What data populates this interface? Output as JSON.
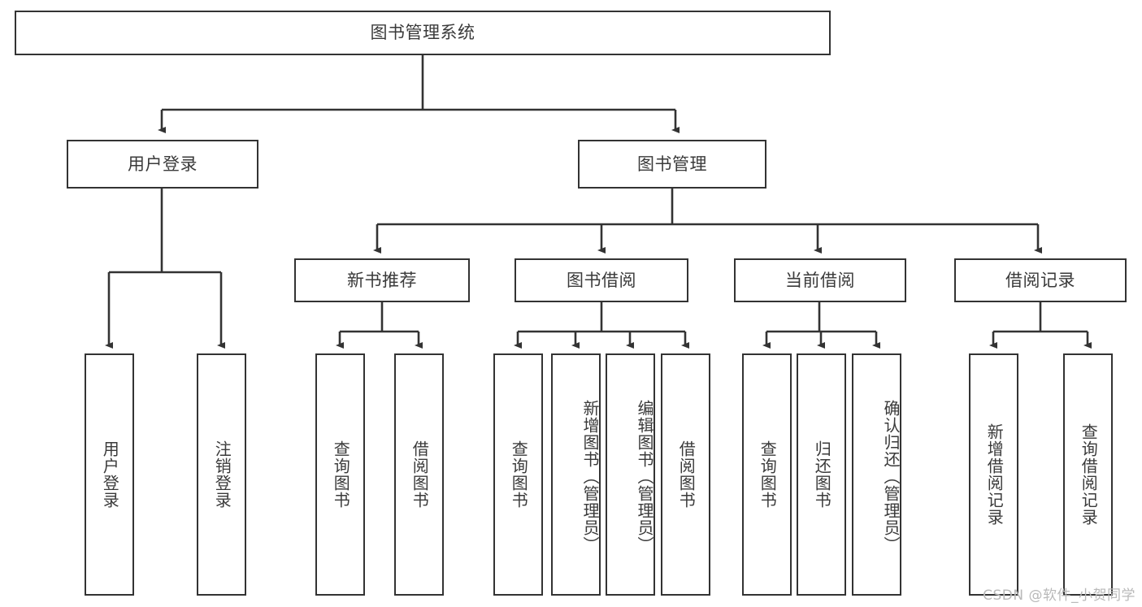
{
  "diagram": {
    "type": "hierarchy-tree",
    "title": "图书管理系统",
    "watermark": "CSDN @软件_小贺同学",
    "colors": {
      "border": "#333333",
      "text": "#3a3a3a",
      "background": "#ffffff",
      "watermark": "#b9b9b9"
    },
    "root": {
      "id": "root",
      "label": "图书管理系统"
    },
    "level1": [
      {
        "id": "user-login",
        "label": "用户登录"
      },
      {
        "id": "book-manage",
        "label": "图书管理"
      }
    ],
    "level2": [
      {
        "id": "new-book-recommend",
        "label": "新书推荐",
        "parent": "book-manage"
      },
      {
        "id": "book-borrow",
        "label": "图书借阅",
        "parent": "book-manage"
      },
      {
        "id": "current-borrow",
        "label": "当前借阅",
        "parent": "book-manage"
      },
      {
        "id": "borrow-record",
        "label": "借阅记录",
        "parent": "book-manage"
      }
    ],
    "leaves": [
      {
        "id": "leaf-user-login",
        "label": "用户登录",
        "parent": "user-login"
      },
      {
        "id": "leaf-logout",
        "label": "注销登录",
        "parent": "user-login"
      },
      {
        "id": "leaf-query-book-1",
        "label": "查询图书",
        "parent": "new-book-recommend"
      },
      {
        "id": "leaf-borrow-book-1",
        "label": "借阅图书",
        "parent": "new-book-recommend"
      },
      {
        "id": "leaf-query-book-2",
        "label": "查询图书",
        "parent": "book-borrow"
      },
      {
        "id": "leaf-add-book",
        "label": "新增图书（管理员）",
        "parent": "book-borrow"
      },
      {
        "id": "leaf-edit-book",
        "label": "编辑图书（管理员）",
        "parent": "book-borrow"
      },
      {
        "id": "leaf-borrow-book-2",
        "label": "借阅图书",
        "parent": "book-borrow"
      },
      {
        "id": "leaf-query-book-3",
        "label": "查询图书",
        "parent": "current-borrow"
      },
      {
        "id": "leaf-return-book",
        "label": "归还图书",
        "parent": "current-borrow"
      },
      {
        "id": "leaf-confirm-return",
        "label": "确认归还（管理员）",
        "parent": "current-borrow"
      },
      {
        "id": "leaf-add-record",
        "label": "新增借阅记录",
        "parent": "borrow-record"
      },
      {
        "id": "leaf-query-record",
        "label": "查询借阅记录",
        "parent": "borrow-record"
      }
    ]
  }
}
